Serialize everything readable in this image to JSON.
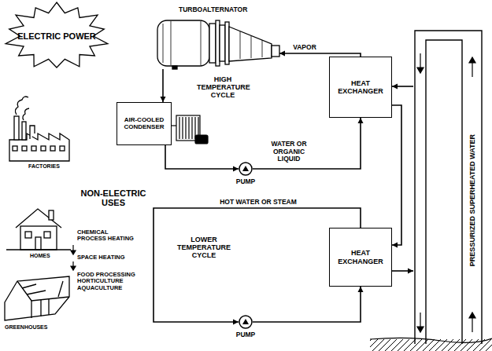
{
  "diagram": {
    "nodes": [
      {
        "text": [
          "ELECTRIC POWER"
        ]
      },
      {
        "text": [
          "TURBOALTERNATOR"
        ]
      },
      {
        "text": [
          "HEAT EXCHANGER"
        ]
      },
      {
        "text": [
          "AIR-COOLED CONDENSER"
        ]
      },
      {
        "text": [
          "PUMP"
        ]
      },
      {
        "text": [
          "PRESSURIZED SUPERHEATED WATER"
        ]
      },
      {
        "text": [
          "HEAT EXCHANGER"
        ]
      },
      {
        "text": [
          "PUMP"
        ]
      }
    ],
    "edges": [
      {
        "from": 2,
        "to": 1,
        "arrow": "to",
        "label": "VAPOR"
      },
      {
        "from": 1,
        "to": 3,
        "arrow": "to"
      },
      {
        "from": 3,
        "to": 4,
        "arrow": "to"
      },
      {
        "from": 4,
        "to": 2,
        "arrow": "to",
        "label": "WATER OR ORGANIC LIQUID"
      },
      {
        "from": 5,
        "to": 2,
        "arrow": "to"
      },
      {
        "from": 2,
        "to": 6,
        "arrow": "to"
      },
      {
        "from": 6,
        "to": 5,
        "arrow": "to"
      },
      {
        "from": 6,
        "to": 7,
        "arrow": "to",
        "label": "HOT WATER OR STEAM"
      },
      {
        "from": 7,
        "to": 6,
        "arrow": "to"
      }
    ],
    "labels": [
      "HIGH TEMPERATURE CYCLE",
      "NON-ELECTRIC USES",
      "CHEMICAL PROCESS HEATING",
      "SPACE HEATING",
      "FOOD PROCESSING HORTICULTURE AQUACULTURE",
      "LOWER TEMPERATURE CYCLE",
      "FACTORIES",
      "HOMES",
      "GREENHOUSES"
    ]
  }
}
